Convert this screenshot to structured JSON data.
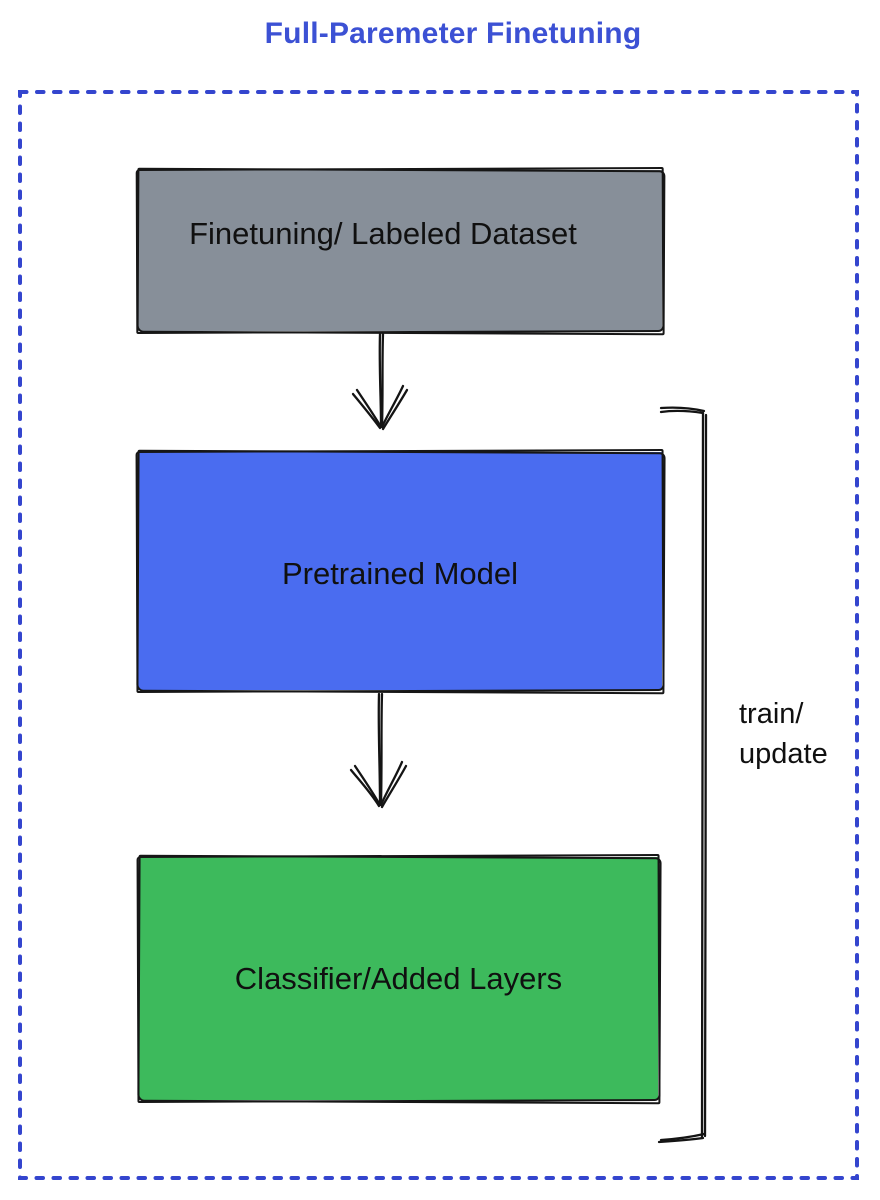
{
  "title": "Full-Paremeter Finetuning",
  "colors": {
    "title_text": "#3C51D4",
    "dotted_frame": "#3445CE",
    "dataset_box_fill": "#878F99",
    "pretrained_box_fill": "#4A6CF0",
    "classifier_box_fill": "#3DBA5C",
    "sketch_stroke": "#161616",
    "label_text": "#101010"
  },
  "diagram": {
    "type": "flowchart",
    "nodes": [
      {
        "id": "dataset",
        "label": "Finetuning/ Labeled Dataset",
        "fill": "#878F99"
      },
      {
        "id": "pretrained",
        "label": "Pretrained Model",
        "fill": "#4A6CF0"
      },
      {
        "id": "classifier",
        "label": "Classifier/Added Layers",
        "fill": "#3DBA5C"
      }
    ],
    "edges": [
      {
        "from": "dataset",
        "to": "pretrained",
        "style": "sketch-arrow-down"
      },
      {
        "from": "pretrained",
        "to": "classifier",
        "style": "sketch-arrow-down"
      }
    ],
    "bracket": {
      "side": "right",
      "spans": [
        "pretrained",
        "classifier"
      ],
      "label": "train/\nupdate"
    }
  }
}
